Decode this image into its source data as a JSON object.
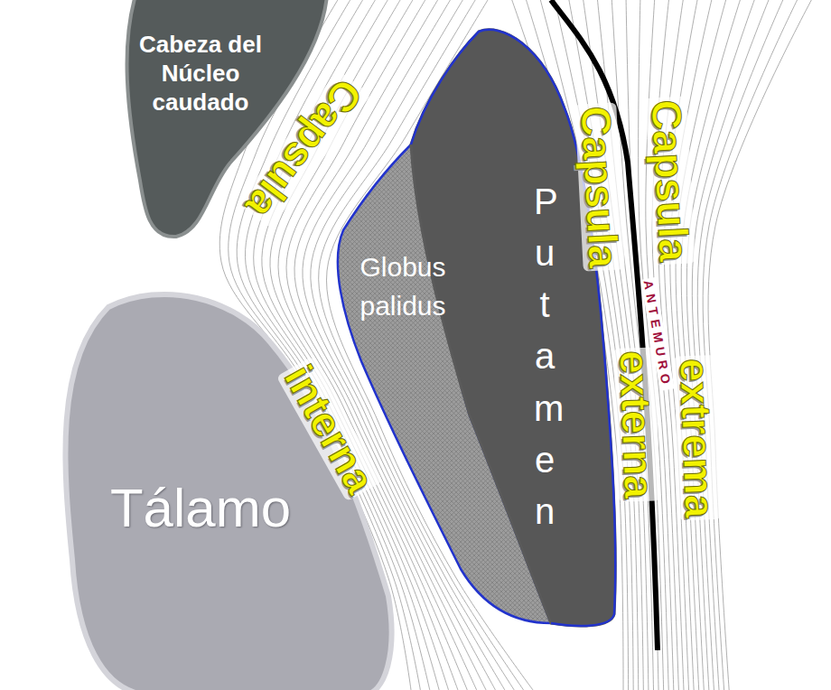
{
  "diagram": {
    "nodes": [
      {
        "text": [
          "Cabeza del Núcleo caudado"
        ]
      },
      {
        "text": [
          "Globus palidus"
        ]
      },
      {
        "text": [
          "Putamen"
        ]
      },
      {
        "text": [
          "Tálamo"
        ]
      }
    ],
    "labels": [
      "Capsula",
      "interna",
      "Capsula",
      "externa",
      "Capsula",
      "extrema",
      "ANTEMURO"
    ]
  }
}
